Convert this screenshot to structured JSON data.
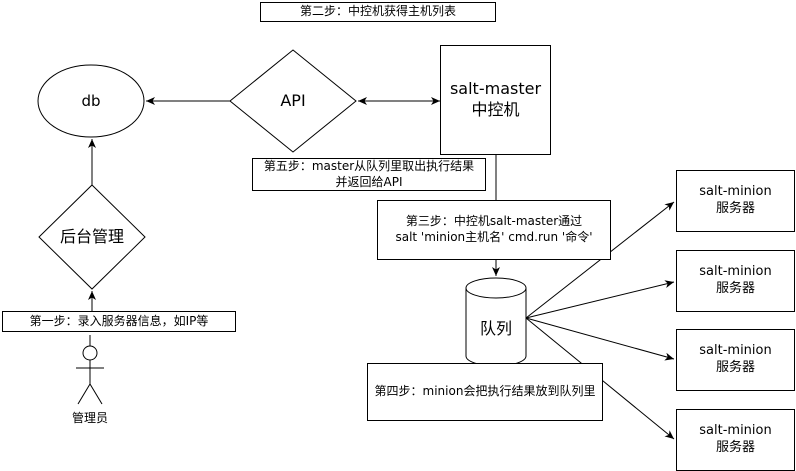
{
  "step2": "第二步：中控机获得主机列表",
  "db": "db",
  "api": "API",
  "master": {
    "line1": "salt-master",
    "line2": "中控机"
  },
  "backend": "后台管理",
  "step1": "第一步：录入服务器信息，如IP等",
  "admin": "管理员",
  "step5": {
    "line1": "第五步：master从队列里取出执行结果",
    "line2": "并返回给API"
  },
  "step3": {
    "line1": "第三步：中控机salt-master通过",
    "line2": "salt 'minion主机名' cmd.run '命令'"
  },
  "queue": "队列",
  "step4": "第四步：minion会把执行结果放到队列里",
  "minions": [
    {
      "line1": "salt-minion",
      "line2": "服务器"
    },
    {
      "line1": "salt-minion",
      "line2": "服务器"
    },
    {
      "line1": "salt-minion",
      "line2": "服务器"
    },
    {
      "line1": "salt-minion",
      "line2": "服务器"
    }
  ]
}
